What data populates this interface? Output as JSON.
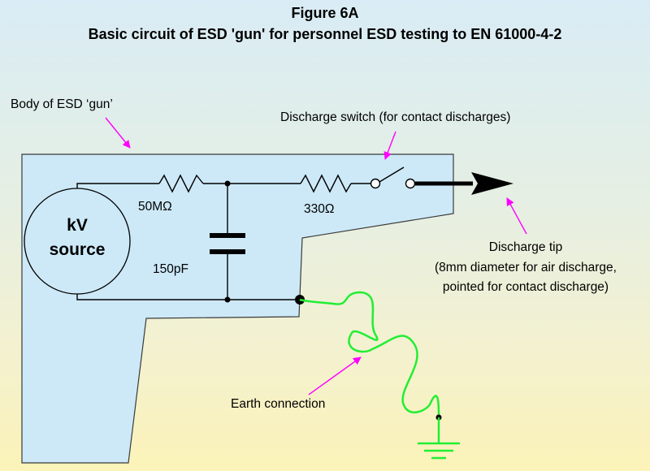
{
  "title": "Figure 6A",
  "subtitle": "Basic circuit of ESD 'gun' for personnel ESD testing to EN 61000-4-2",
  "labels": {
    "body": "Body of ESD ‘gun’",
    "switch": "Discharge switch (for contact discharges)",
    "r1": "50MΩ",
    "r2": "330Ω",
    "capacitor": "150pF",
    "source_line1": "kV",
    "source_line2": "source",
    "tip_line1": "Discharge tip",
    "tip_line2": "(8mm diameter for air discharge,",
    "tip_line3": "pointed for contact discharge)",
    "earth": "Earth connection"
  },
  "colors": {
    "gun_body": "#cde9f8",
    "earth_wire": "#22ee33",
    "pointer_arrow": "#ff00ff",
    "wire": "#000000"
  }
}
